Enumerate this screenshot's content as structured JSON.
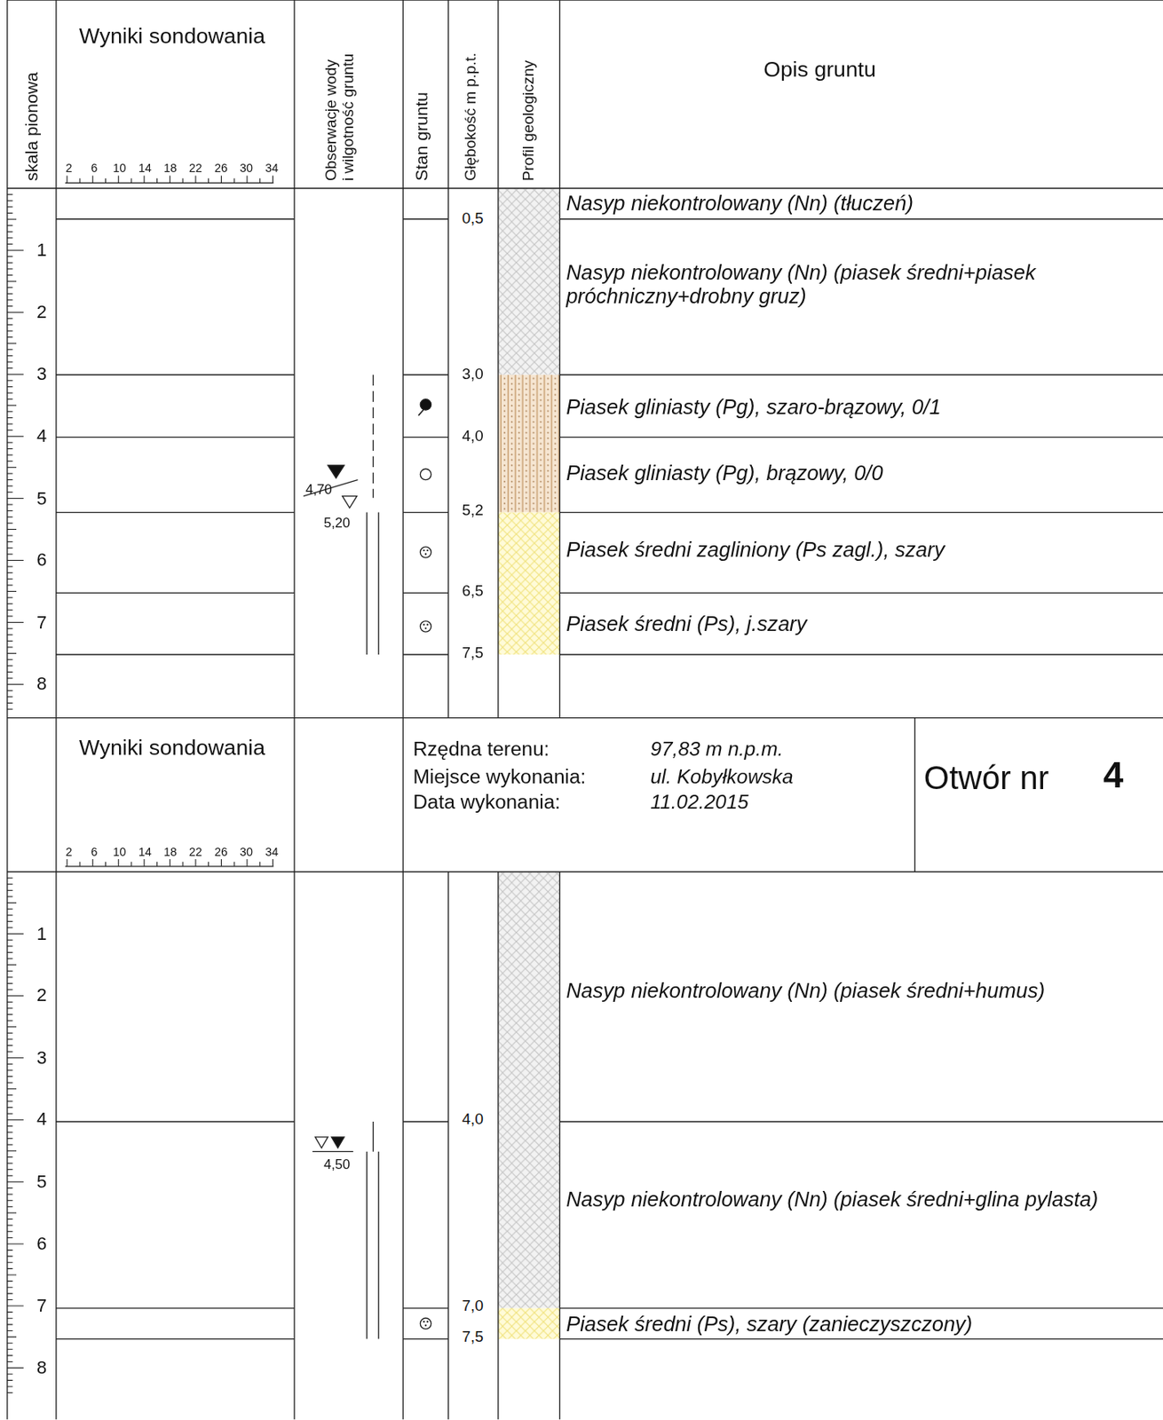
{
  "diagram": {
    "labels": [
      "skala pionowa",
      "Wyniki sondowania",
      "2",
      "6",
      "10",
      "14",
      "18",
      "22",
      "26",
      "30",
      "34",
      "Obserwacje wody",
      "i wilgotność gruntu",
      "Stan gruntu",
      "Głębokość m p.p.t.",
      "Profil geologiczny",
      "Opis gruntu",
      "1",
      "2",
      "3",
      "4",
      "5",
      "6",
      "7",
      "8",
      "0,5",
      "3,0",
      "4,0",
      "5,2",
      "6,5",
      "7,5",
      "Nasyp niekontrolowany (Nn) (tłuczeń)",
      "Nasyp niekontrolowany (Nn) (piasek średni+piasek próchniczny+drobny gruz)",
      "Piasek gliniasty (Pg), szaro-brązowy, 0/1",
      "Piasek gliniasty (Pg), brązowy, 0/0",
      "Piasek średni zagliniony (Ps zagl.), szary",
      "Piasek średni (Ps), j.szary",
      "4,70",
      "5,20",
      "Wyniki sondowania",
      "2",
      "6",
      "10",
      "14",
      "18",
      "22",
      "26",
      "30",
      "34",
      "Rzędna terenu:",
      "97,83 m n.p.m.",
      "Miejsce wykonania:",
      "ul. Kobyłkowska",
      "Data wykonania:",
      "11.02.2015",
      "Otwór nr",
      "4",
      "1",
      "2",
      "3",
      "4",
      "5",
      "6",
      "7",
      "8",
      "4,0",
      "7,0",
      "7,5",
      "Nasyp niekontrolowany (Nn) (piasek średni+humus)",
      "Nasyp niekontrolowany (Nn) (piasek średni+glina pylasta)",
      "Piasek średni (Ps), szary (zanieczyszczony)",
      "4,50"
    ]
  }
}
